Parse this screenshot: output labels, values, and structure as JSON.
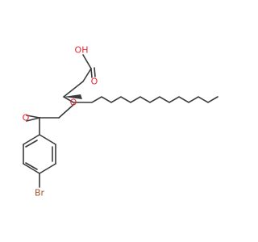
{
  "molecule": {
    "atoms": {
      "hydroxyl": "OH",
      "carbonyl_oxygen_acid": "O",
      "ether_oxygen": "O",
      "ketone_oxygen": "O",
      "bromine": "Br"
    },
    "colors": {
      "bond": "#3a3a3a",
      "oxygen": "#e8232b",
      "bromine": "#a0522d"
    }
  }
}
